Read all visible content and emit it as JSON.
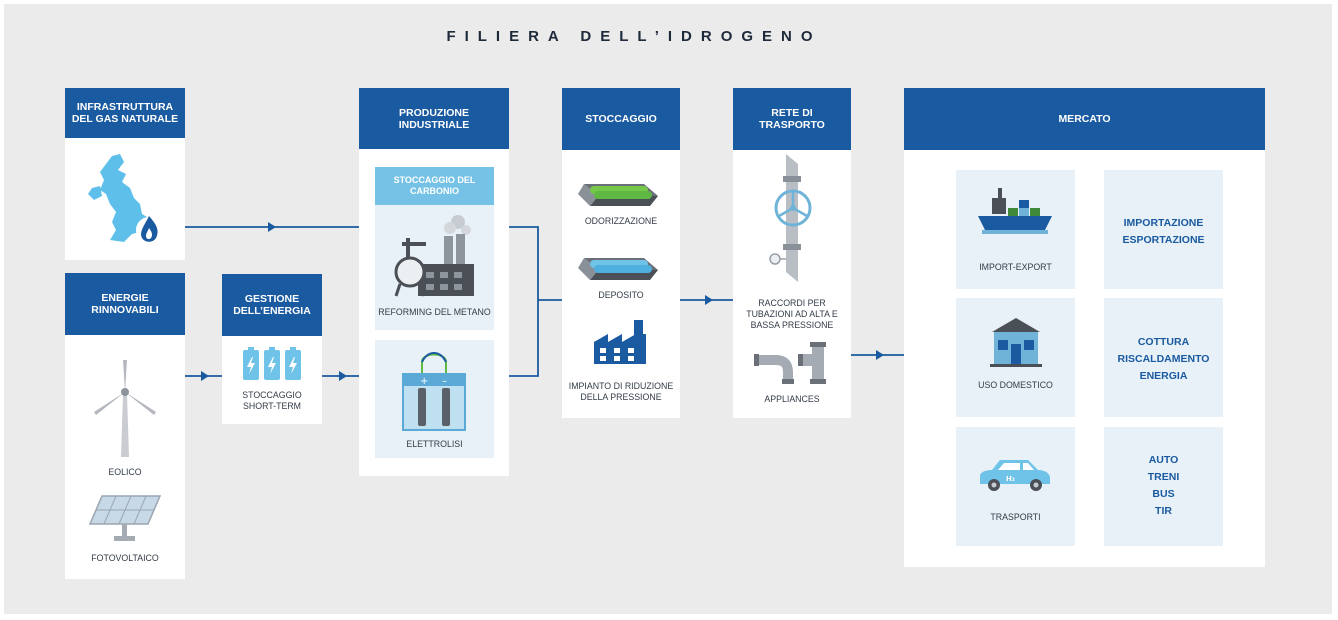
{
  "title": "FILIERA DELL’IDROGENO",
  "colors": {
    "header": "#1a5aa0",
    "subheader": "#76c2e6",
    "panel": "#e8f1f7",
    "line": "#1a5aa0",
    "background": "#ebebeb"
  },
  "infra": {
    "header": "INFRASTRUTTURA\nDEL GAS NATURALE",
    "icon": "uk-map-gas-flame-icon"
  },
  "renewables": {
    "header": "ENERGIE\nRINNOVABILI",
    "wind_label": "EOLICO",
    "solar_label": "FOTOVOLTAICO"
  },
  "energy_mgmt": {
    "header": "GESTIONE\nDELL’ENERGIA",
    "storage_label": "STOCCAGGIO\nSHORT-TERM"
  },
  "production": {
    "header": "PRODUZIONE\nINDUSTRIALE",
    "carbon_header": "STOCCAGGIO DEL\nCARBONIO",
    "reforming_label": "REFORMING DEL METANO",
    "electrolysis_label": "ELETTROLISI"
  },
  "storage": {
    "header": "STOCCAGGIO",
    "odor_label": "ODORIZZAZIONE",
    "deposit_label": "DEPOSITO",
    "plant_label": "IMPIANTO DI RIDUZIONE\nDELLA PRESSIONE"
  },
  "transport": {
    "header": "RETE DI\nTRASPORTO",
    "fittings_label": "RACCORDI PER\nTUBAZIONI AD ALTA E\nBASSA PRESSIONE",
    "appliances_label": "APPLIANCES"
  },
  "market": {
    "header": "MERCATO",
    "rows": [
      {
        "label": "IMPORT-EXPORT",
        "output": "IMPORTAZIONE\nESPORTAZIONE"
      },
      {
        "label": "USO DOMESTICO",
        "output": "COTTURA\nRISCALDAMENTO\nENERGIA"
      },
      {
        "label": "TRASPORTI",
        "output": "AUTO\nTRENI\nBUS\nTIR"
      }
    ]
  }
}
